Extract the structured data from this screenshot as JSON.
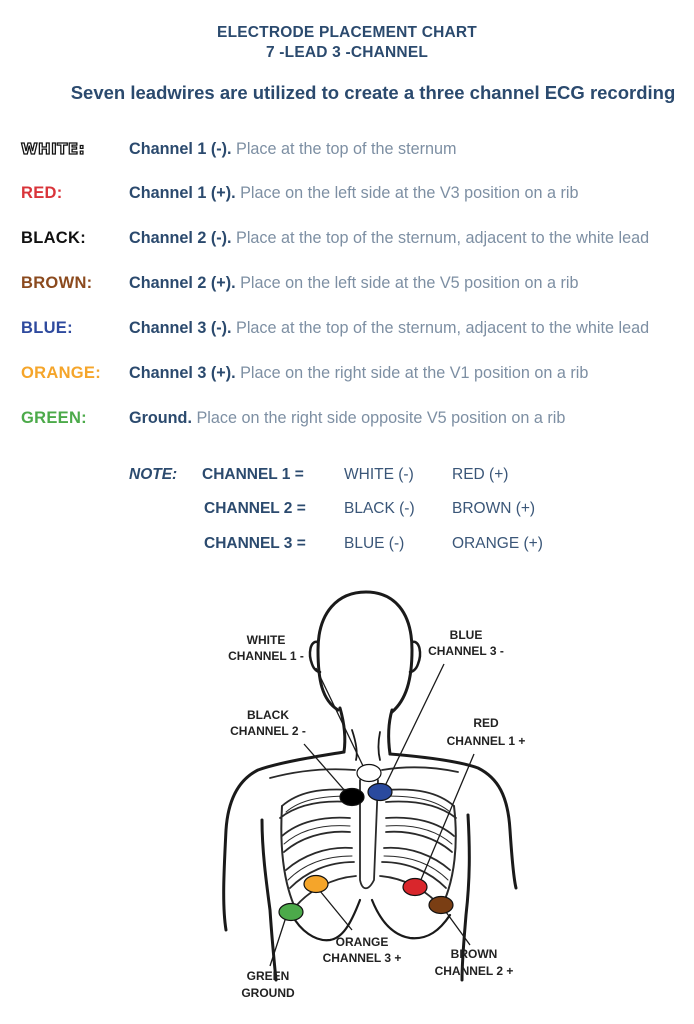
{
  "title_line1": "ELECTRODE PLACEMENT CHART",
  "title_line2": "7 -LEAD 3 -CHANNEL",
  "subtitle": "Seven leadwires are utilized to create a three channel ECG recording",
  "leads": [
    {
      "name": "WHITE:",
      "color": "#ffffff",
      "channel": "Channel 1 (-)",
      "punct": ".",
      "text": " Place at the top of the sternum"
    },
    {
      "name": "RED:",
      "color": "#d9343a",
      "channel": "Channel 1 (+).",
      "punct": "",
      "text": " Place on the left side at the V3 position on a rib"
    },
    {
      "name": "BLACK:",
      "color": "#111111",
      "channel": "Channel 2 (-).",
      "punct": "",
      "text": " Place at the top of the sternum, adjacent to the white lead"
    },
    {
      "name": "BROWN:",
      "color": "#8b4a1e",
      "channel": "Channel 2 (+).",
      "punct": "",
      "text": " Place on the left side at the V5 position on a rib"
    },
    {
      "name": "BLUE:",
      "color": "#2e4a9e",
      "channel": "Channel 3 (-).",
      "punct": "",
      "text": " Place at the top of the sternum, adjacent to the white lead"
    },
    {
      "name": "ORANGE:",
      "color": "#f5a52a",
      "channel": "Channel 3 (+).",
      "punct": "",
      "text": " Place on the right side at the V1 position on a rib"
    },
    {
      "name": "GREEN:",
      "color": "#4caa4a",
      "channel": "Ground.",
      "punct": "",
      "text": " Place on the right side opposite V5 position on a rib"
    }
  ],
  "note": {
    "label": "NOTE:",
    "rows": [
      {
        "channel": "CHANNEL 1 =",
        "neg": "WHITE (-)",
        "pos": "RED (+)"
      },
      {
        "channel": "CHANNEL 2 =",
        "neg": "BLACK (-)",
        "pos": "BROWN (+)"
      },
      {
        "channel": "CHANNEL 3 =",
        "neg": "BLUE (-)",
        "pos": "ORANGE (+)"
      }
    ]
  },
  "diagram": {
    "labels": {
      "white_1": "WHITE",
      "white_2": "CHANNEL 1 -",
      "blue_1": "BLUE",
      "blue_2": "CHANNEL 3 -",
      "black_1": "BLACK",
      "black_2": "CHANNEL 2 -",
      "red_1": "RED",
      "red_2": "CHANNEL 1 +",
      "orange_1": "ORANGE",
      "orange_2": "CHANNEL 3 +",
      "brown_1": "BROWN",
      "brown_2": "CHANNEL 2 +",
      "green_1": "GREEN",
      "green_2": "GROUND"
    },
    "electrode_colors": {
      "white": "#ffffff",
      "black": "#000000",
      "blue": "#2a4a9e",
      "orange": "#f5a52a",
      "red": "#d9262c",
      "brown": "#7a3e14",
      "green": "#4caa4a"
    }
  }
}
